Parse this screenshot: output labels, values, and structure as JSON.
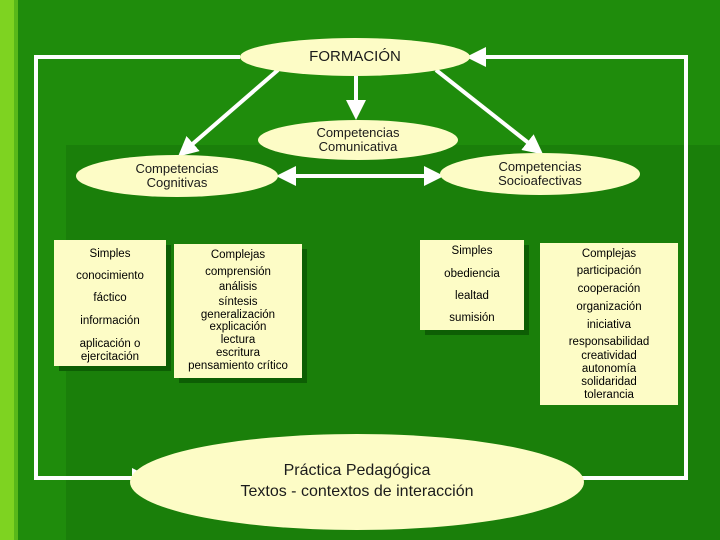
{
  "nodes": {
    "formacion": "FORMACIÓN",
    "comunicativa": [
      "Competencias",
      "Comunicativa"
    ],
    "cognitivas": [
      "Competencias",
      "Cognitivas"
    ],
    "socioafectivas": [
      "Competencias",
      "Socioafectivas"
    ],
    "practica": [
      "Práctica  Pedagógica",
      "Textos - contextos de interacción"
    ]
  },
  "boxes": {
    "cog_simples": [
      "Simples",
      "conocimiento",
      "fáctico",
      "información",
      "aplicación o",
      "ejercitación"
    ],
    "cog_complejas": [
      "Complejas",
      "comprensión",
      "análisis",
      "síntesis",
      "generalización",
      "explicación",
      "lectura",
      "escritura",
      "pensamiento crítico"
    ],
    "soc_simples": [
      "Simples",
      "obediencia",
      "lealtad",
      "sumisión"
    ],
    "soc_complejas": [
      "Complejas",
      "participación",
      "cooperación",
      "organización",
      "iniciativa",
      "responsabilidad",
      "creatividad",
      "autonomía",
      "solidaridad",
      "tolerancia"
    ]
  },
  "colors": {
    "background": "#1f8c0c",
    "node_fill": "#fdfcc6",
    "stroke": "#ffffff"
  }
}
